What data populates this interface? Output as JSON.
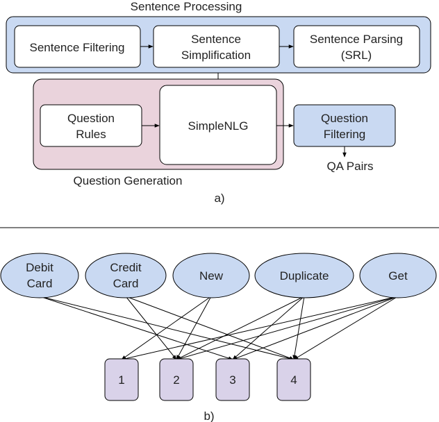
{
  "part_a": {
    "group_processing_label": "Sentence Processing",
    "group_generation_label": "Question Generation",
    "nodes": {
      "sentence_filtering": "Sentence Filtering",
      "sentence_simplification": [
        "Sentence",
        "Simplification"
      ],
      "sentence_parsing": [
        "Sentence Parsing",
        "(SRL)"
      ],
      "question_rules": [
        "Question",
        "Rules"
      ],
      "simplenlg": "SimpleNLG",
      "question_filtering": [
        "Question",
        "Filtering"
      ],
      "qa_pairs": "QA Pairs"
    },
    "caption": "a)"
  },
  "part_b": {
    "features": [
      [
        "Debit",
        "Card"
      ],
      [
        "Credit",
        "Card"
      ],
      [
        "New"
      ],
      [
        "Duplicate"
      ],
      [
        "Get"
      ]
    ],
    "outputs": [
      "1",
      "2",
      "3",
      "4"
    ],
    "edges": [
      [
        0,
        2
      ],
      [
        0,
        3
      ],
      [
        1,
        1
      ],
      [
        1,
        3
      ],
      [
        2,
        0
      ],
      [
        2,
        1
      ],
      [
        3,
        1
      ],
      [
        3,
        2
      ],
      [
        3,
        3
      ],
      [
        4,
        0
      ],
      [
        4,
        1
      ],
      [
        4,
        2
      ],
      [
        4,
        3
      ]
    ],
    "caption": "b)"
  },
  "colors": {
    "blue_fill": "#c9d9f2",
    "pink_fill": "#ead3dc",
    "purple_fill": "#d9d2e9",
    "stroke": "#000000"
  }
}
